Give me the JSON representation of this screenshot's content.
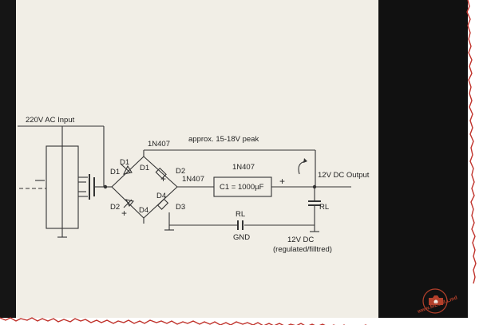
{
  "diagram": {
    "input_label": "220V AC Input",
    "peak_note": "approx. 15-18V peak",
    "bridge_part_top": "1N407",
    "diode_d1_outer": "D1",
    "diode_d1_inner": "D1",
    "diode_d2_outer": "D2",
    "diode_d2_inner": "D2",
    "diode_d3": "D3",
    "diode_d4_upper": "D4",
    "diode_d4_lower": "D4",
    "bridge_part_right": "1N407",
    "reg_part": "1N407",
    "cap_label": "C1 = 1000µF",
    "plus_left": "+",
    "plus_bottom": "+",
    "plus_cap": "+",
    "output_label": "12V DC Output",
    "out_cap_label": "RL",
    "bottom_cap_label": "RL",
    "gnd_label": "GND",
    "dc_label": "12V DC",
    "dc_sub_label": "(regulated/filltred)",
    "watermark": "www.MEGM.Lmd"
  },
  "colors": {
    "panel": "#f1eee6",
    "black_band": "#111111",
    "border_red": "#c0322b",
    "ink": "#333333"
  }
}
